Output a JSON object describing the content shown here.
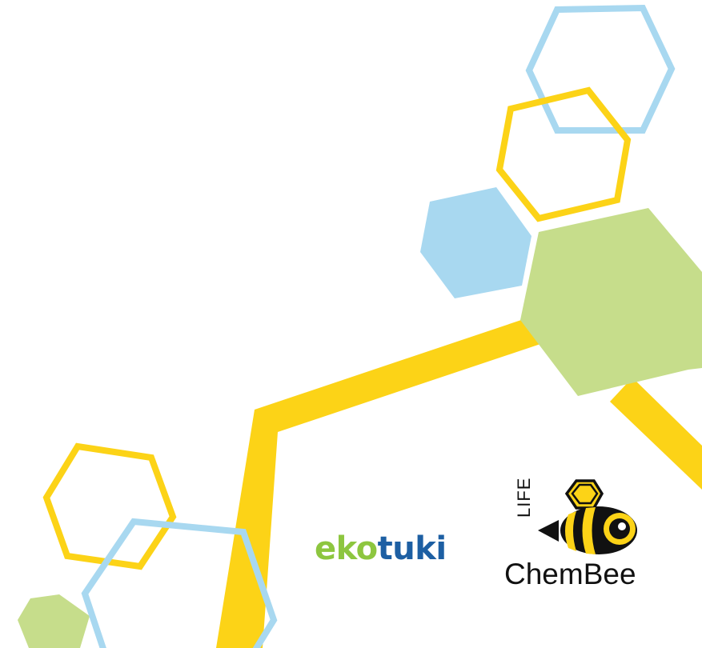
{
  "colors": {
    "yellow": "#fcd317",
    "light_blue": "#a8d8f0",
    "light_green": "#c6dd8b",
    "eko_green": "#8dc63f",
    "tuki_blue": "#1d5fa3",
    "black": "#111111"
  },
  "logos": {
    "ekotuki": {
      "eko": "eko",
      "tuki": "tuki"
    },
    "chembee": {
      "life": "LIFE",
      "name": "ChemBee"
    }
  }
}
